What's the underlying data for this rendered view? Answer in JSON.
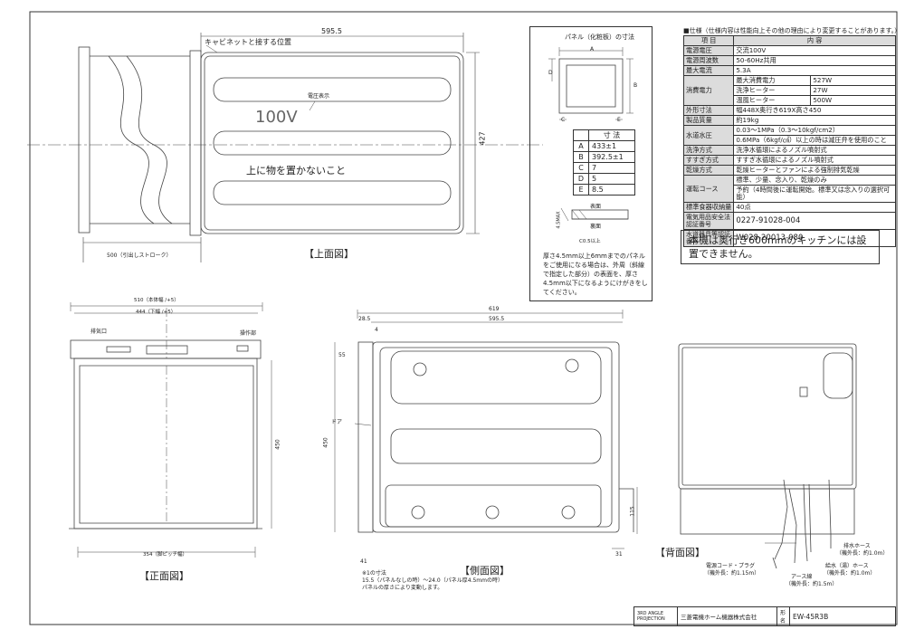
{
  "views": {
    "top": "【上面図】",
    "front": "【正面図】",
    "side": "【側面図】",
    "back": "【背面図】"
  },
  "top_view": {
    "cabinet_flush": "キャビネットと接する位置",
    "width_dim": "595.5",
    "height_dim": "427",
    "depth_dim": "500（引出しストローク）",
    "voltage_label": "電圧表示",
    "voltage": "100V",
    "caution": "上に物を置かないこと"
  },
  "front_view": {
    "dim_outer": "510（本体幅 /+5）",
    "dim_inner": "444（下幅 /+5）",
    "vent": "排気口",
    "control": "操作部",
    "height": "450",
    "bottom_width": "354（脚ピッチ幅）"
  },
  "side_view": {
    "total": "619",
    "body": "595.5",
    "d_28": "28.5",
    "d_4": "4",
    "d_55": "55",
    "door": "ドア",
    "height": "450",
    "d_115": "115",
    "d_31": "31",
    "d_41": "41",
    "note_title": "※1の寸法",
    "note_1": "15.5（パネルなしの時）～24.0（パネル厚4.5mmの時）",
    "note_2": "パネルの厚さにより変動します。"
  },
  "back_view": {
    "drain_hose": "排水ホース",
    "drain_len": "（機外長：約1.0m）",
    "supply_hose": "給水（湯）ホース",
    "supply_len": "（機外長：約1.0m）",
    "power_cord": "電源コード・プラグ",
    "power_len": "（機外長：約1.15m）",
    "earth": "アース線",
    "earth_len": "（機外長：約1.5m）"
  },
  "panel": {
    "title": "パネル（化粧板）の寸法",
    "dim_a": "A",
    "dim_b": "B",
    "dim_c": "C",
    "dim_d": "D",
    "dim_e": "E",
    "table_head": "寸 法",
    "rows": [
      {
        "key": "A",
        "value": "433±1"
      },
      {
        "key": "B",
        "value": "392.5±1"
      },
      {
        "key": "C",
        "value": "7"
      },
      {
        "key": "D",
        "value": "5"
      },
      {
        "key": "E",
        "value": "8.5"
      }
    ],
    "front_label": "表面",
    "back_label": "裏面",
    "thk": "4.5MAX",
    "screw": "C0.5以上",
    "note": "厚さ4.5mm以上6mmまでのパネルをご使用になる場合は、外周（斜線で指定した部分）の表面を、厚さ4.5mm以下になるようにけがきをしてください。"
  },
  "specs": {
    "heading": "■仕様（仕様内容は性能向上その他の理由により変更することがあります。）",
    "col_item": "項 目",
    "col_content": "内 容",
    "voltage_k": "電源電圧",
    "voltage_v": "交流100V",
    "freq_k": "電源周波数",
    "freq_v": "50-60Hz共用",
    "current_k": "最大電流",
    "current_v": "5.3A",
    "power_k": "消費電力",
    "power_rows": [
      {
        "k": "最大消費電力",
        "v": "527W"
      },
      {
        "k": "洗浄ヒーター",
        "v": "27W"
      },
      {
        "k": "温風ヒーター",
        "v": "500W"
      }
    ],
    "dims_k": "外形寸法",
    "dims_v": "幅448X奥行き619X高さ450",
    "mass_k": "製品質量",
    "mass_v": "約19kg",
    "pressure_k": "水道水圧",
    "pressure_v1": "0.03～1MPa（0.3～10kgf/cm2）",
    "pressure_v2": "0.6MPa（6kgf/㎠）以上の時は減圧弁を使用のこと",
    "wash_k": "洗浄方式",
    "wash_v": "洗浄水循環によるノズル噴射式",
    "rinse_k": "すすぎ方式",
    "rinse_v": "すすぎ水循環によるノズル噴射式",
    "dry_k": "乾燥方式",
    "dry_v": "乾燥ヒーターとファンによる強制排気乾燥",
    "course_k": "運転コース",
    "course_v1": "標準、少量、念入り、乾燥のみ",
    "course_v2": "予約（4時間後に運転開始。標準又は念入りの選択可能）",
    "capacity_k": "標準食器収納量",
    "capacity_v": "40点",
    "cert_k": "電気用品安全法認証番号",
    "cert_v": "0227-91028-004",
    "water_k": "水道器具等認証番号",
    "water_v": "W028-20013-080"
  },
  "warning": "本機は奥行き600mmのキッチンには設置できません。",
  "title_block": {
    "projection": "3RD ANGLE PROJECTION",
    "maker": "三菱電機ホーム機器株式会社",
    "name_label": "形名",
    "model": "EW-45R3B"
  }
}
